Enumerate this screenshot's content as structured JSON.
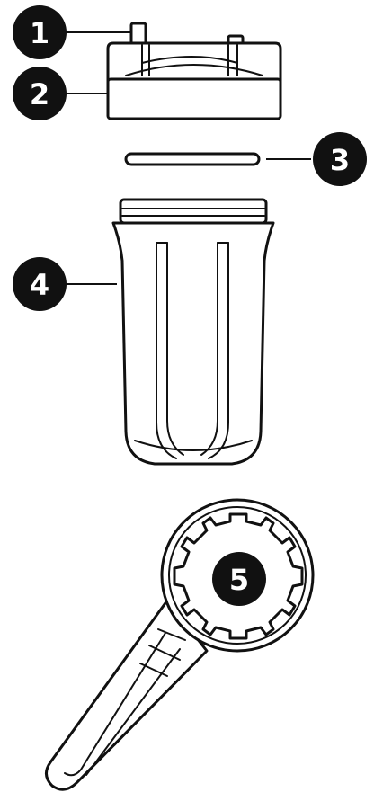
{
  "diagram": {
    "type": "exploded-parts-view",
    "parts": [
      {
        "number": "1",
        "part": "inlet-outlet-port"
      },
      {
        "number": "2",
        "part": "filter-housing-cap"
      },
      {
        "number": "3",
        "part": "o-ring"
      },
      {
        "number": "4",
        "part": "filter-housing-sump"
      },
      {
        "number": "5",
        "part": "housing-wrench"
      }
    ]
  },
  "colors": {
    "ink": "#111111",
    "background": "#ffffff",
    "badge_text": "#ffffff"
  }
}
